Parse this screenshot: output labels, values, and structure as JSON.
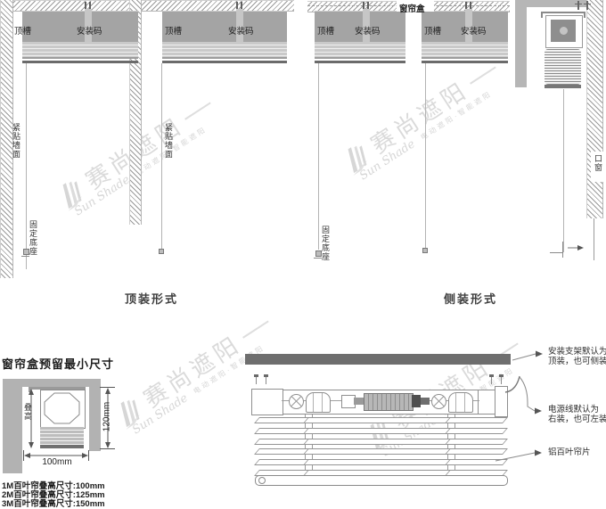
{
  "brand": {
    "name_cn": "赛尚遮阳",
    "name_script": "Sun Shade",
    "tagline": "电动遮阳·智能遮阳"
  },
  "diagram_labels": {
    "top_slot": "顶槽",
    "mount_code": "安装码",
    "curtain_box": "窗帘盒",
    "fixed_base": "固定底座",
    "flush_wall": "紧贴墙面",
    "window": "口窗",
    "top_mount_title": "顶装形式",
    "side_mount_title": "侧装形式"
  },
  "min_size": {
    "title": "窗帘盒预留最小尺寸",
    "stack_height": "叠高",
    "height_dim": "120mm",
    "width_dim": "100mm",
    "notes": [
      "1M百叶帘叠高尺寸:100mm",
      "2M百叶帘叠高尺寸:125mm",
      "3M百叶帘叠高尺寸:150mm"
    ]
  },
  "callouts": {
    "bracket_line1": "安装支架默认为",
    "bracket_line2": "顶装，也可侧装",
    "power_line1": "电源线默认为",
    "power_line2": "右装，也可左装",
    "slats": "铝百叶帘片"
  },
  "colors": {
    "headrail_gray": "#a4a4a4",
    "dark_bar": "#6b6b6b",
    "hatch_line": "#9a9a9a",
    "watermark": "#dadada"
  }
}
